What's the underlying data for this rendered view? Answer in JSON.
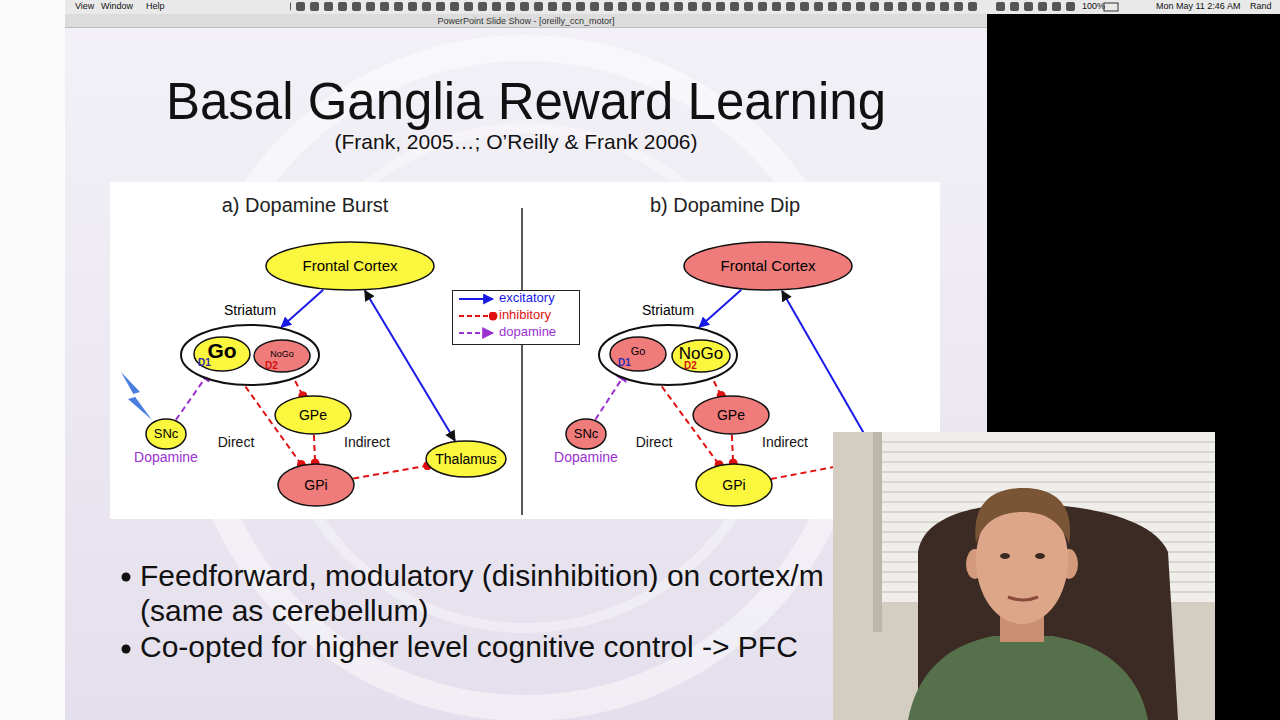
{
  "diagram": {
    "title": "Basal Ganglia Reward Learning",
    "nodes": [
      {
        "text": [
          "Frontal Cortex"
        ]
      },
      {
        "text": [
          "Striatum"
        ]
      },
      {
        "text": [
          "Go",
          "D1"
        ],
        "in": 1
      },
      {
        "text": [
          "NoGo",
          "D2"
        ],
        "in": 1
      },
      {
        "text": [
          "SNc",
          "Dopamine"
        ]
      },
      {
        "text": [
          "GPe"
        ]
      },
      {
        "text": [
          "GPi"
        ]
      },
      {
        "text": [
          "Thalamus"
        ]
      },
      {
        "text": [
          "Frontal Cortex"
        ]
      },
      {
        "text": [
          "Striatum"
        ]
      },
      {
        "text": [
          "Go",
          "D1"
        ],
        "in": 9
      },
      {
        "text": [
          "NoGo",
          "D2"
        ],
        "in": 9
      },
      {
        "text": [
          "SNc",
          "Dopamine"
        ]
      },
      {
        "text": [
          "GPe"
        ]
      },
      {
        "text": [
          "GPi"
        ]
      }
    ],
    "edges": [
      {
        "from": 0,
        "to": 1,
        "arrow": "to"
      },
      {
        "from": 0,
        "to": 7,
        "arrow": "both"
      },
      {
        "from": 4,
        "to": 2,
        "arrow": "to"
      },
      {
        "from": 2,
        "to": 6,
        "arrow": "to",
        "label": "Direct"
      },
      {
        "from": 3,
        "to": 5,
        "arrow": "to"
      },
      {
        "from": 5,
        "to": 6,
        "arrow": "to",
        "label": "Indirect"
      },
      {
        "from": 6,
        "to": 7,
        "arrow": "to"
      },
      {
        "from": 8,
        "to": 9,
        "arrow": "to"
      },
      {
        "from": 12,
        "to": 10,
        "arrow": "to"
      },
      {
        "from": 10,
        "to": 14,
        "arrow": "to",
        "label": "Direct"
      },
      {
        "from": 11,
        "to": 13,
        "arrow": "to"
      },
      {
        "from": 13,
        "to": 14,
        "arrow": "to",
        "label": "Indirect"
      }
    ],
    "labels": [
      "View",
      "Window",
      "Help",
      "100%",
      "Mon May 11 2:46 AM",
      "Rand",
      "PowerPoint Slide Show - [oreilly_ccn_motor]",
      "(Frank, 2005…; O’Reilly & Frank 2006)",
      "a) Dopamine Burst",
      "b) Dopamine Dip",
      "Feedforward, modulatory (disinhibition) on cortex/m (same as cerebellum)",
      "Co-opted for higher level cognitive control -> PFC"
    ],
    "legend": [
      {
        "text": "excitatory"
      },
      {
        "text": "inhibitory"
      },
      {
        "text": "dopamine"
      }
    ]
  }
}
